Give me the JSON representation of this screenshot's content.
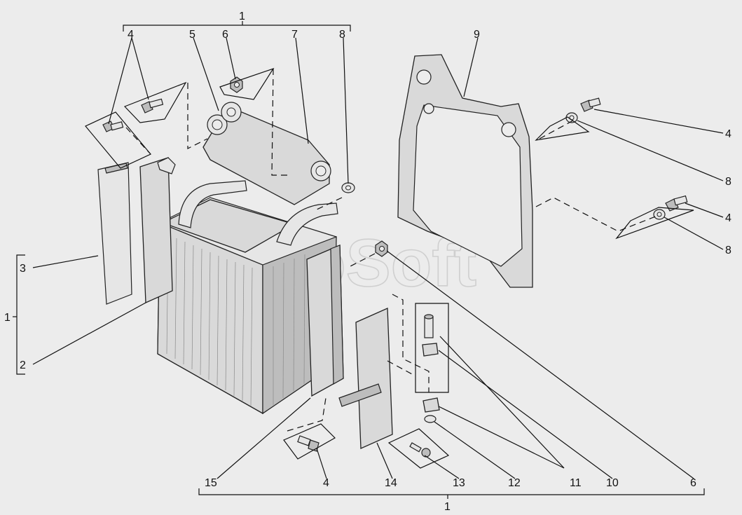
{
  "watermark": "AutoSoft",
  "callouts": {
    "top_group": "1",
    "left_group": "1",
    "bottom_group": "1",
    "top": [
      "4",
      "5",
      "6",
      "7",
      "8"
    ],
    "frame": "9",
    "right": [
      "4",
      "8",
      "4",
      "8"
    ],
    "left": [
      "3",
      "2"
    ],
    "bottom": [
      "15",
      "4",
      "14",
      "13",
      "12",
      "11",
      "10",
      "6"
    ]
  }
}
